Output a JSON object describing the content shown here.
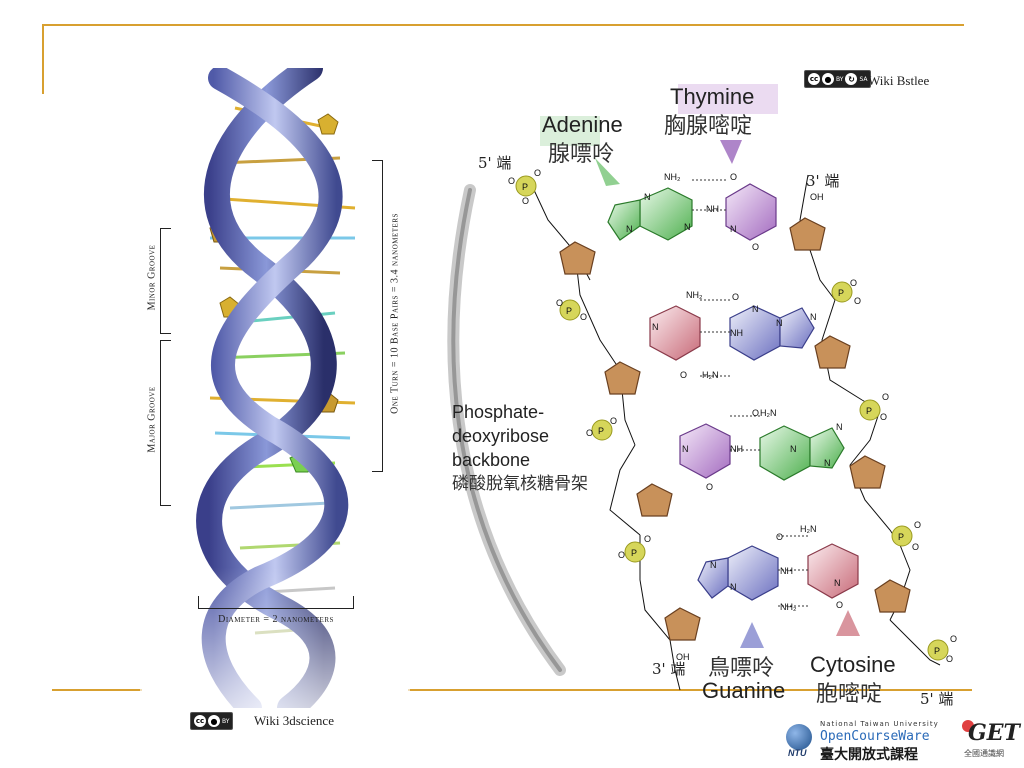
{
  "left_image": {
    "major_groove": "Major Groove",
    "minor_groove": "Minor Groove",
    "one_turn": "One Turn = 10 Base Pairs = 3.4 nanometers",
    "diameter": "Diameter = 2 nanometers",
    "credit": "Wiki 3dscience",
    "license": {
      "a": "cc",
      "b": "BY"
    }
  },
  "right_image": {
    "credit": "Wiki Bstlee",
    "license": {
      "a": "cc",
      "b": "BY",
      "c": "SA"
    },
    "adenine_en": "Adenine",
    "adenine_zh": "腺嘌呤",
    "thymine_en": "Thymine",
    "thymine_zh": "胸腺嘧啶",
    "backbone_line1": "Phosphate-",
    "backbone_line2": "deoxyribose",
    "backbone_line3": "backbone",
    "backbone_zh": "磷酸脫氧核糖骨架",
    "guanine_en": "Guanine",
    "guanine_zh": "鳥嘌呤",
    "cytosine_en": "Cytosine",
    "cytosine_zh": "胞嘧啶",
    "end_5_top": "5' 端",
    "end_3_top": "3' 端",
    "end_3_bottom": "3' 端",
    "end_5_bottom": "5' 端",
    "atoms": {
      "n": "N",
      "nh": "NH",
      "nh2": "NH₂",
      "h2n": "H₂N",
      "o": "O",
      "oh": "OH",
      "p": "P"
    }
  },
  "footer": {
    "ntu_line1": "National Taiwan University",
    "ntu_line2": "OpenCourseWare",
    "ntu_line3": "臺大開放式課程",
    "ntu_badge": "NTU",
    "get_logo": "GET",
    "get_sub": "全國通識網"
  },
  "colors": {
    "rule": "#d8a030",
    "adenine": "#5cb85c",
    "thymine": "#b07cc6",
    "guanine": "#7c80c8",
    "cytosine": "#d27a86",
    "sugar": "#c8915a",
    "phosphate": "#d6d65a"
  }
}
